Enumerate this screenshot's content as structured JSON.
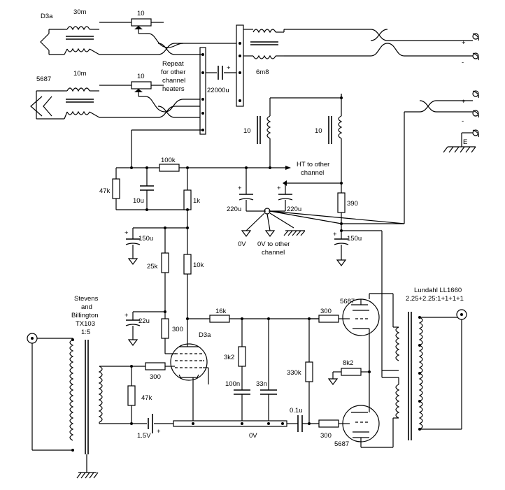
{
  "labels": {
    "d3a_top": "D3a",
    "r30m": "30m",
    "pot10_top": "10",
    "cap6m8": "6m8",
    "repeat1": "Repeat",
    "repeat2": "for other",
    "repeat3": "channel",
    "repeat4": "heaters",
    "cap22000": "22000u",
    "plus": "+",
    "minus": "-",
    "t5687_top": "5687",
    "r10m": "10m",
    "pot10_b": "10",
    "ind10_a": "10",
    "ind10_b": "10",
    "e_term": "E",
    "r100k": "100k",
    "ht1": "HT to other",
    "ht2": "channel",
    "r47k_a": "47k",
    "c10u": "10u",
    "r1k": "1k",
    "c220u_a": "220u",
    "c220u_b": "220u",
    "r390": "390",
    "ov_a": "0V",
    "ov_b1": "0V to other",
    "ov_b2": "channel",
    "c150u_a": "150u",
    "c150u_b": "150u",
    "r25k": "25k",
    "r10k": "10k",
    "lund1": "Lundahl LL1660",
    "lund2": "2.25+2.25:1+1+1+1",
    "t5687_a": "5687",
    "t5687_b": "5687",
    "sb1": "Stevens",
    "sb2": "and",
    "sb3": "Billington",
    "sb4": "TX103",
    "sb5": "1:5",
    "c22u": "22u",
    "r16k": "16k",
    "r300_a": "300",
    "r300_b": "300",
    "r300_c": "300",
    "r300_d": "300",
    "d3a_mid": "D3a",
    "r3k2": "3k2",
    "r330k": "330k",
    "r8k2": "8k2",
    "r47k_b": "47k",
    "c100n": "100n",
    "c33n": "33n",
    "c01u": "0.1u",
    "v15": "1.5V",
    "ov_bottom": "0V"
  }
}
